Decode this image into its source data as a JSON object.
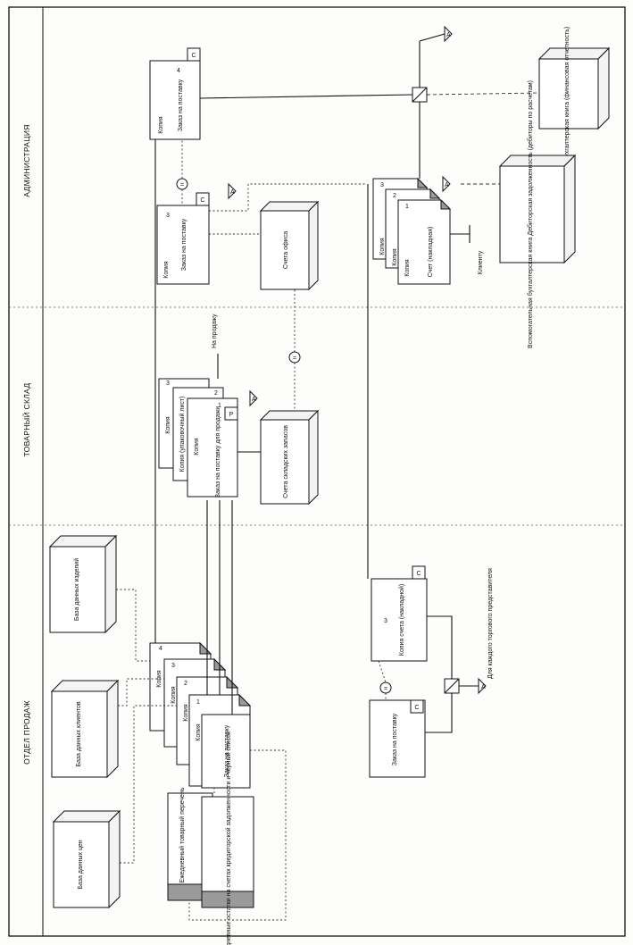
{
  "lanes": {
    "sales": "ОТДЕЛ ПРОДАЖ",
    "warehouse": "ТОВАРНЫЙ СКЛАД",
    "admin": "АДМИНИСТРАЦИЯ"
  },
  "databases": {
    "products": "База данных изделий",
    "clients": "База данных клиентов",
    "prices": "База данных цен"
  },
  "sales_order": {
    "copies": [
      {
        "num": "4",
        "label": "Копия"
      },
      {
        "num": "3",
        "label": "Копия"
      },
      {
        "num": "2",
        "label": "Копия"
      },
      {
        "num": "1",
        "label": "Копия"
      }
    ],
    "title": "Заказ на поставку"
  },
  "reports": {
    "daily_list": "Ежедневный товарный перечень",
    "daily_balance": "Ежедневные остатки на счетах кредиторской задолженности и черный список"
  },
  "warehouse_order": {
    "copy3": {
      "num": "3",
      "label": "Копия"
    },
    "copy2": {
      "num": "2",
      "label": "Копия (упаковочный лист)"
    },
    "copy1": {
      "num": "1",
      "label": "Копия"
    },
    "title": "Заказ на поставку для продажи",
    "to_sale": "На продажу",
    "tag": "P"
  },
  "warehouse_accounts": "Счета складских запасов",
  "admin_copy4": {
    "num": "4",
    "label": "Копия",
    "title": "Заказ на поставку",
    "tag": "C"
  },
  "admin_copy3": {
    "num": "3",
    "label": "Копия",
    "title": "Заказ на поставку",
    "tag": "C"
  },
  "office_accounts": "Счета офиса",
  "invoice_stack": {
    "copies": [
      {
        "num": "3",
        "label": "Копия"
      },
      {
        "num": "2",
        "label": "Копия"
      },
      {
        "num": "1",
        "label": "Копия"
      }
    ],
    "title": "Счет (накладная)",
    "to_client": "Клиенту"
  },
  "ledgers": {
    "general": "Бухгалтерская книга (финансовая отчетность)",
    "aux": "Вспомогательная бухгалтерская книга Дебиторская задолженность (дебиторы по расчетам)"
  },
  "invoice_copy": {
    "num": "3",
    "label": "Копия счета (накладной)",
    "tag": "C"
  },
  "sales_copy": {
    "title": "Заказ на поставку",
    "tag": "C"
  },
  "per_rep": "Для каждого торгового представителя",
  "symbols": {
    "equal": "=",
    "triangle": "A"
  }
}
